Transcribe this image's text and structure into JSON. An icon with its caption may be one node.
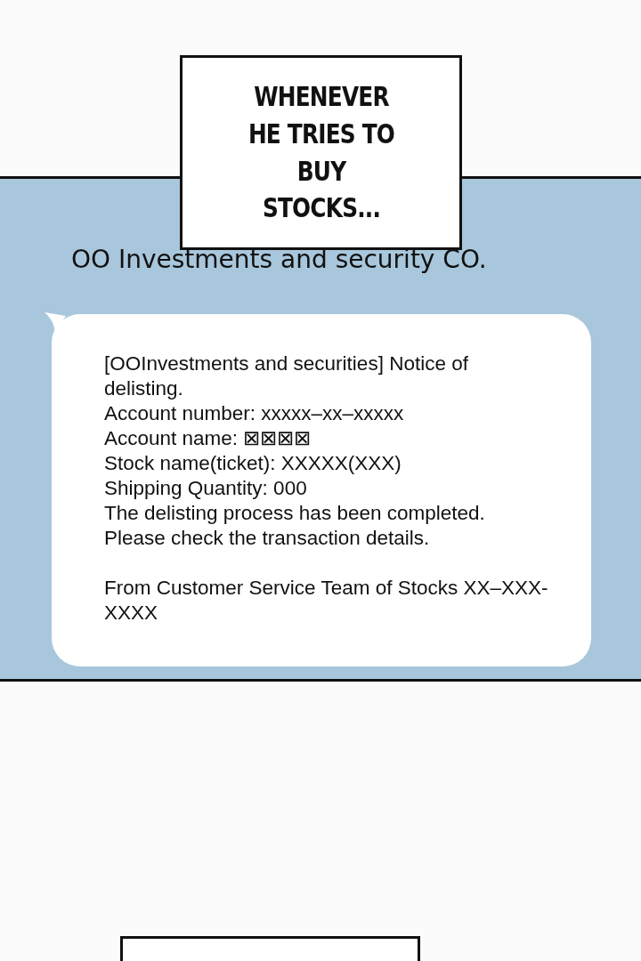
{
  "diagram": {
    "nodes": [
      {
        "text": [
          "WHENEVER HE TRIES TO BUY STOCKS..."
        ]
      },
      {
        "text": [
          "OO Investments and security CO."
        ]
      },
      {
        "text": [
          "[OOInvestments and securities] Notice of delisting.",
          "Account number: xxxxx–xx–xxxxx",
          "Account name: ⊠⊠⊠⊠",
          "Stock name(ticket): XXXXX(XXX)",
          "Shipping Quantity: 000",
          "The delisting process has been completed. Please check the transaction details.",
          "From Customer Service Team of Stocks XX–XXX-XXXX"
        ],
        "in": 1
      },
      {
        "text": [],
        "shape": "box"
      }
    ]
  }
}
